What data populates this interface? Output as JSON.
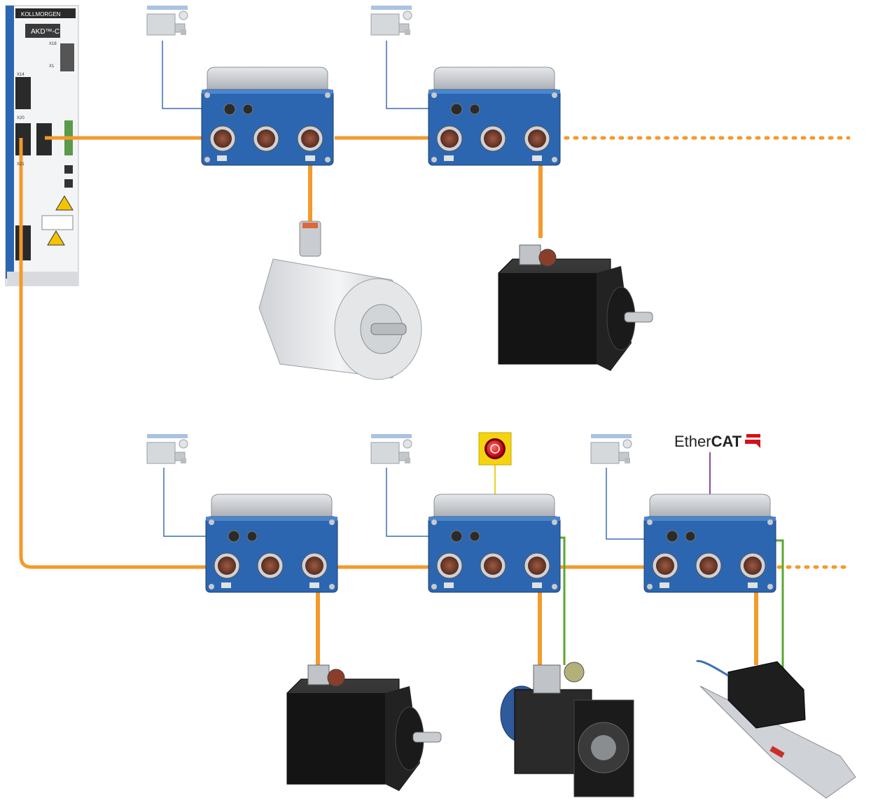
{
  "diagram": {
    "drive": {
      "brand": "KOLLMORGEN",
      "model": "AKD™-C",
      "port_labels": [
        "X18",
        "X1",
        "X14",
        "X20",
        "X21"
      ]
    },
    "ethercat_logo": {
      "text_plain": "Ether",
      "text_bold": "CAT"
    },
    "colors": {
      "power_cable": "#f39a2b",
      "sensor_cable": "#3b6fb6",
      "feedback_cable": "#5aa832",
      "estop_cable": "#f0d020",
      "ethercat_cable": "#8a4a9a",
      "module_body": "#2c66b0",
      "module_top": "#c9ccd1"
    },
    "icons": [
      "servo-drive-icon",
      "sensor-icon",
      "decentral-module-icon",
      "encoder-icon",
      "servo-motor-icon",
      "gear-motor-icon",
      "linear-stage-icon",
      "emergency-stop-icon",
      "ethercat-logo-icon"
    ]
  }
}
